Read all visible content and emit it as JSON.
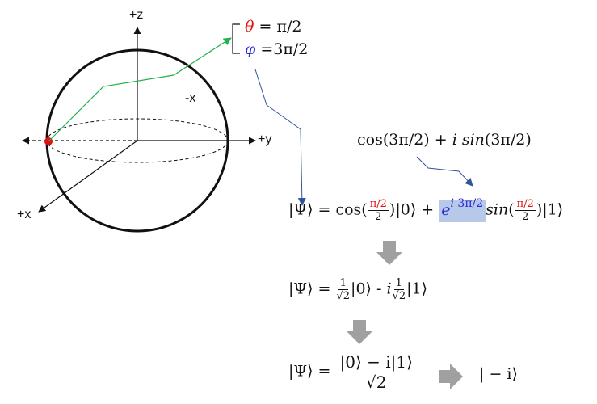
{
  "sphere": {
    "axis_z": "+z",
    "axis_y": "+y",
    "axis_x": "+x",
    "axis_neg_x": "-x"
  },
  "angles": {
    "theta_symbol": "θ",
    "theta_rhs": "= π/2",
    "phi_symbol": "φ",
    "phi_rhs": "=3π/2"
  },
  "euler_hint": {
    "cos_part": "cos(3π/2) + ",
    "i": "i",
    "sin_part": " sin",
    "arg": "(3π/2)"
  },
  "eq1": {
    "lhs": "|Ψ⟩ = cos(",
    "frac_num": "π/2",
    "frac_den": "2",
    "mid": ")|0⟩ + ",
    "exp_base": "e",
    "exp_i": "i",
    "exp_rest": " 3π/2",
    "sin": "sin",
    "open": "(",
    "frac2_num": "π/2",
    "frac2_den": "2",
    "tail": ")|1⟩"
  },
  "eq2": {
    "lhs": "|Ψ⟩ = ",
    "frac_num": "1",
    "frac_den": "√2",
    "ket0": "|0⟩ - ",
    "i": "i",
    "frac2_num": "1",
    "frac2_den": "√2",
    "ket1": "|1⟩"
  },
  "eq3": {
    "lhs": "|Ψ⟩ = ",
    "num": "|0⟩ − i|1⟩",
    "den": "√2",
    "result": "| − i⟩"
  },
  "colors": {
    "theta": "#e01010",
    "phi": "#2a2ad8",
    "path": "#22b14c",
    "highlight": "#b7c8e9",
    "arrow_gray": "#a0a0a0",
    "pointer": "#2f5597"
  }
}
